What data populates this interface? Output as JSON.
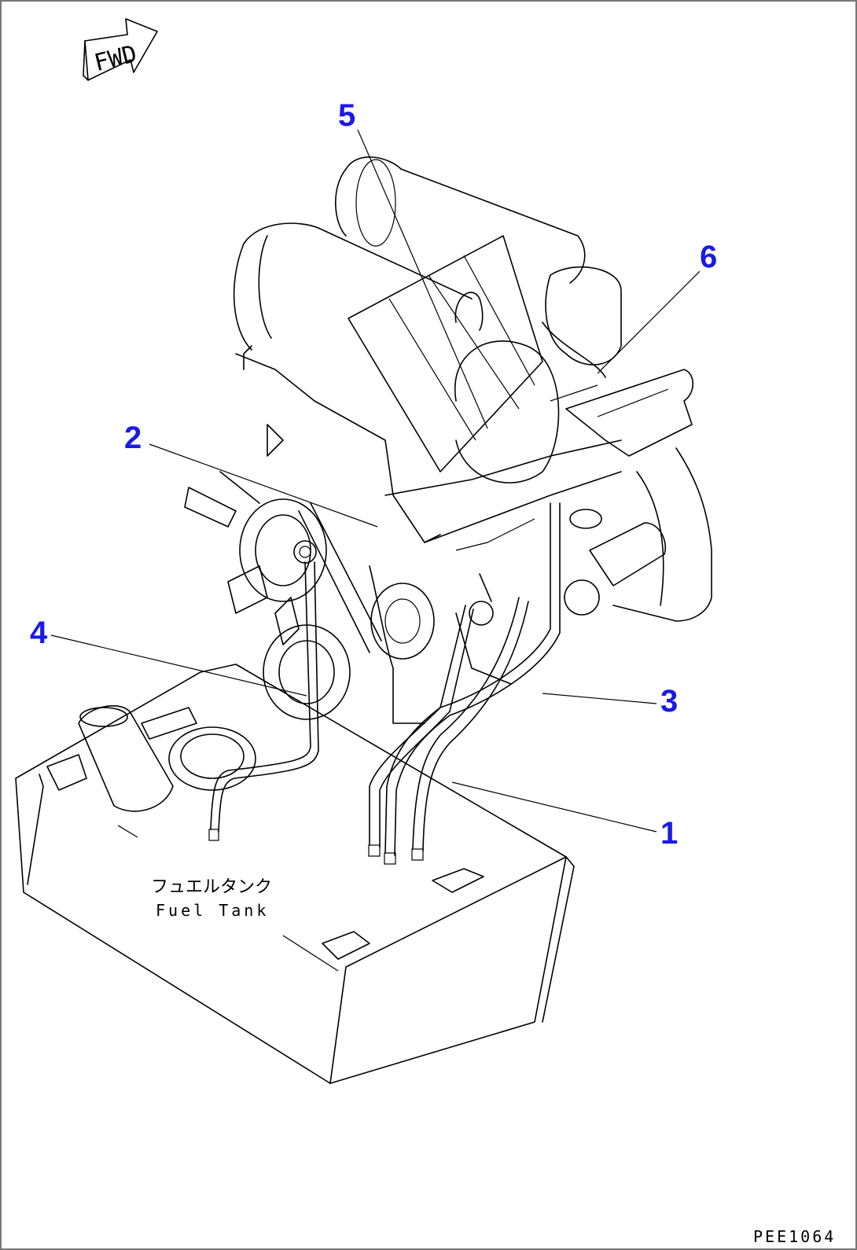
{
  "direction_arrow": {
    "label": "FWD"
  },
  "callouts": [
    {
      "id": "1",
      "label": "1"
    },
    {
      "id": "2",
      "label": "2"
    },
    {
      "id": "3",
      "label": "3"
    },
    {
      "id": "4",
      "label": "4"
    },
    {
      "id": "5",
      "label": "5"
    },
    {
      "id": "6",
      "label": "6"
    }
  ],
  "tank_label": {
    "japanese": "フュエルタンク",
    "english": "Fuel Tank"
  },
  "drawing_code": "PEE1064",
  "colors": {
    "callout": "#1a1ae6",
    "line": "#000000",
    "background": "#ffffff",
    "frame": "#777777"
  }
}
